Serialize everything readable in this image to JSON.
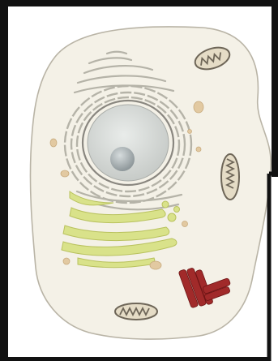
{
  "figure": {
    "subject": "animal-cell",
    "colors": {
      "background": "#ffffff",
      "frame": "#1a1a1a",
      "cytoplasm": "#f4f1e7",
      "cell_membrane": "#b9b4a6",
      "nuclear_envelope": "#8a8780",
      "nucleus": "#cfd2cf",
      "nucleolus": "#9fa8ab",
      "rough_er": "#b5b3a8",
      "golgi": "#d9e28a",
      "golgi_stroke": "#b9c25e",
      "mitochondrion_outer": "#e5dcc6",
      "mitochondrion_inner": "#6e6658",
      "vesicle": "#e2c9a1",
      "centrioles": "#a12a2a",
      "card": "#ffffff"
    },
    "organelles": [
      {
        "name": "nucleus",
        "icon": "nucleus-icon"
      },
      {
        "name": "nucleolus",
        "icon": "nucleolus-icon"
      },
      {
        "name": "rough-endoplasmic-reticulum",
        "icon": "er-icon"
      },
      {
        "name": "golgi-apparatus",
        "icon": "golgi-icon"
      },
      {
        "name": "mitochondrion",
        "count": 3,
        "icon": "mitochondrion-icon"
      },
      {
        "name": "vesicle",
        "icon": "vesicle-icon"
      },
      {
        "name": "centrioles",
        "icon": "centriole-icon"
      }
    ]
  }
}
